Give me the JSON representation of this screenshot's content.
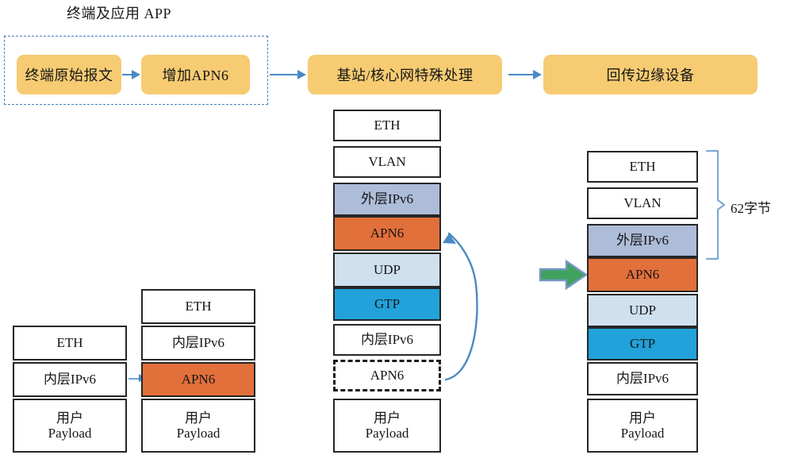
{
  "diagram": {
    "section_title": "终端及应用 APP",
    "flow": {
      "steps": [
        {
          "label": "终端原始报文",
          "name": "terminal-original-packet"
        },
        {
          "label": "增加APN6",
          "name": "add-apn6"
        },
        {
          "label": "基站/核心网特殊处理",
          "name": "base-station-core-network-processing"
        },
        {
          "label": "回传边缘设备",
          "name": "backhaul-edge-device"
        }
      ]
    },
    "stacks": {
      "original_packet": {
        "name": "original-packet-stack",
        "layers": [
          {
            "text": "ETH",
            "style": "plain"
          },
          {
            "text": "内层IPv6",
            "style": "plain"
          },
          {
            "text": "用户",
            "text2": "Payload",
            "style": "plain"
          }
        ]
      },
      "apn6_inserted": {
        "name": "apn6-inserted-packet-stack",
        "layers": [
          {
            "text": "ETH",
            "style": "plain"
          },
          {
            "text": "内层IPv6",
            "style": "plain"
          },
          {
            "text": "APN6",
            "style": "apn6"
          },
          {
            "text": "用户",
            "text2": "Payload",
            "style": "plain"
          }
        ]
      },
      "core_network": {
        "name": "core-network-packet-stack",
        "layers": [
          {
            "text": "ETH",
            "style": "plain"
          },
          {
            "text": "VLAN",
            "style": "plain"
          },
          {
            "text": "外层IPv6",
            "style": "outer-ipv6"
          },
          {
            "text": "APN6",
            "style": "apn6"
          },
          {
            "text": "UDP",
            "style": "udp"
          },
          {
            "text": "GTP",
            "style": "gtp"
          },
          {
            "text": "内层IPv6",
            "style": "plain"
          },
          {
            "text": "APN6",
            "style": "dashed"
          },
          {
            "text": "用户",
            "text2": "Payload",
            "style": "plain"
          }
        ]
      },
      "edge_device": {
        "name": "edge-device-packet-stack",
        "layers": [
          {
            "text": "ETH",
            "style": "plain"
          },
          {
            "text": "VLAN",
            "style": "plain"
          },
          {
            "text": "外层IPv6",
            "style": "outer-ipv6"
          },
          {
            "text": "APN6",
            "style": "apn6"
          },
          {
            "text": "UDP",
            "style": "udp"
          },
          {
            "text": "GTP",
            "style": "gtp"
          },
          {
            "text": "内层IPv6",
            "style": "plain"
          },
          {
            "text": "用户",
            "text2": "Payload",
            "style": "plain"
          }
        ]
      }
    },
    "annotations": {
      "byte_count_label": "62字节"
    },
    "colors": {
      "flow_box": "#f6cb72",
      "apn6": "#e2703a",
      "outer_ipv6": "#adbcd8",
      "udp": "#cfe0ef",
      "gtp": "#21a2db",
      "plain": "#ffffff",
      "arrow_blue": "#4a89c4",
      "green_arrow": "#40a25e",
      "dash_border": "#3f7fbf",
      "stroke": "#262626"
    }
  }
}
